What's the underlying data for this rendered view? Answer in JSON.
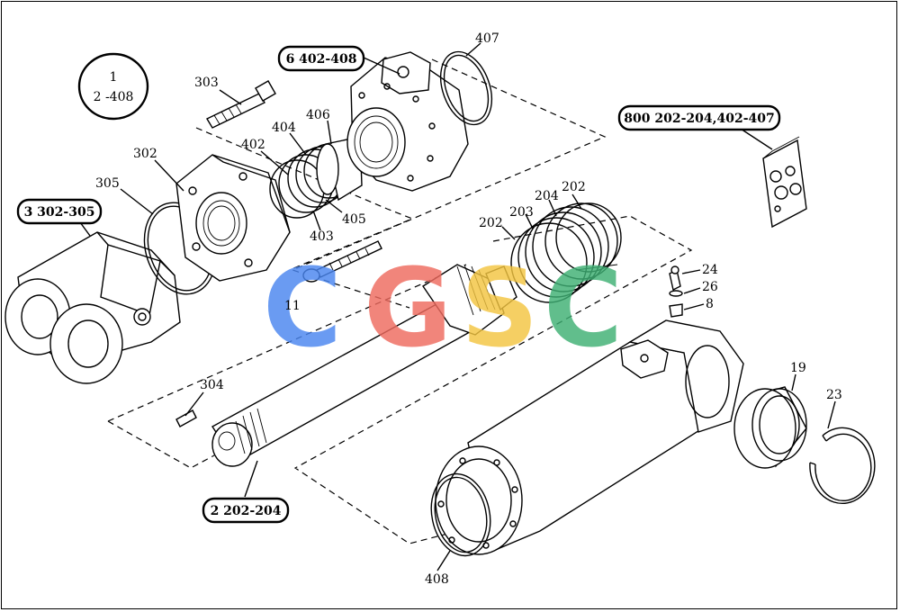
{
  "watermark": {
    "letters": [
      {
        "char": "C",
        "color": "#4a86f0"
      },
      {
        "char": "G",
        "color": "#ef6b5f"
      },
      {
        "char": "S",
        "color": "#f3c541"
      },
      {
        "char": "C",
        "color": "#3fb074"
      }
    ]
  },
  "callouts": {
    "assembly": {
      "line1": "1",
      "line2": "2 -408"
    },
    "head_kit": "6 402-408",
    "rod_end_kit": "3 302-305",
    "piston_kit": "2 202-204",
    "seal_kit": "800 202-204,402-407"
  },
  "part_labels": {
    "p303": "303",
    "p302": "302",
    "p305": "305",
    "p402": "402",
    "p404": "404",
    "p406": "406",
    "p405": "405",
    "p403": "403",
    "p407": "407",
    "p202a": "202",
    "p204": "204",
    "p203": "203",
    "p202b": "202",
    "p24": "24",
    "p26": "26",
    "p8": "8",
    "p11": "11",
    "p304": "304",
    "p19": "19",
    "p23": "23",
    "p408": "408"
  }
}
